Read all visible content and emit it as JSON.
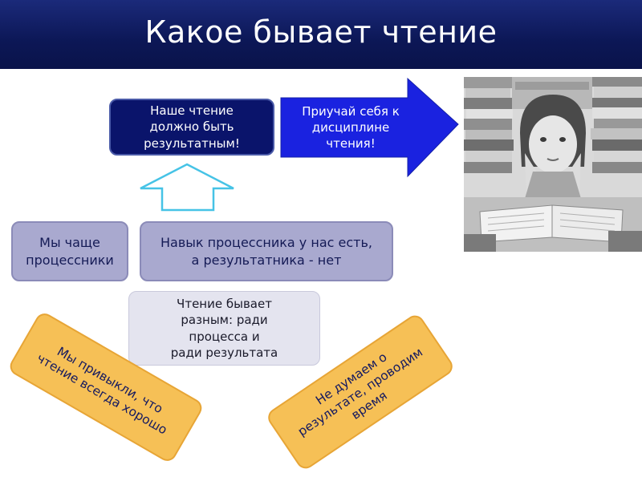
{
  "title": "Какое бывает чтение",
  "boxes": {
    "result_box": "Наше чтение\nдолжно быть\nрезультатным!",
    "discipline_arrow": "Приучай себя к\nдисциплине\nчтения!",
    "processors_box": "Мы чаще\nпроцессники",
    "skill_box": "Навык процессника у нас есть,\nа результатника - нет",
    "varies_box": "Чтение бывает\nразным: ради\nпроцесса и\nради результата",
    "habit_box": "Мы привыкли, что\nчтение всегда хорошо",
    "no_thought_box": "Не думаем о\nрезультате, проводим\nвремя"
  },
  "photo": {
    "subject": "child-with-stacks-of-books",
    "style": "grayscale"
  },
  "colors": {
    "header": "#0c1756",
    "dark_box": "#0a146b",
    "arrow_blue": "#1a22e0",
    "violet_box": "#a9a9cf",
    "light_box": "#e4e4ef",
    "orange_box": "#f6c056",
    "up_arrow_outline": "#46c3e6"
  }
}
